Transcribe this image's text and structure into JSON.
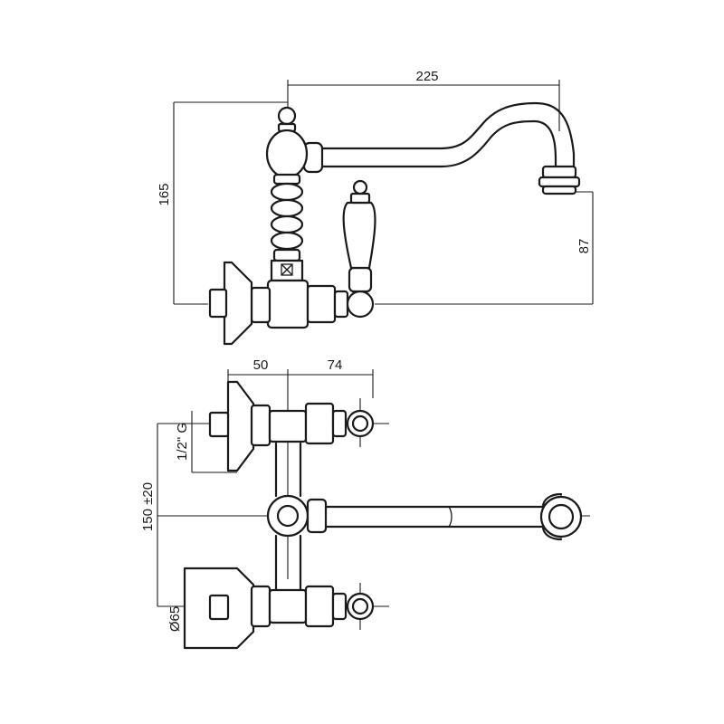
{
  "dimensions": {
    "spout_reach": "225",
    "overall_height": "165",
    "spout_height": "87",
    "offset_left": "50",
    "offset_right": "74",
    "connection_thread": "1/2\" G",
    "centre_distance": "150 ±20",
    "flange_diameter": "Ø65"
  }
}
